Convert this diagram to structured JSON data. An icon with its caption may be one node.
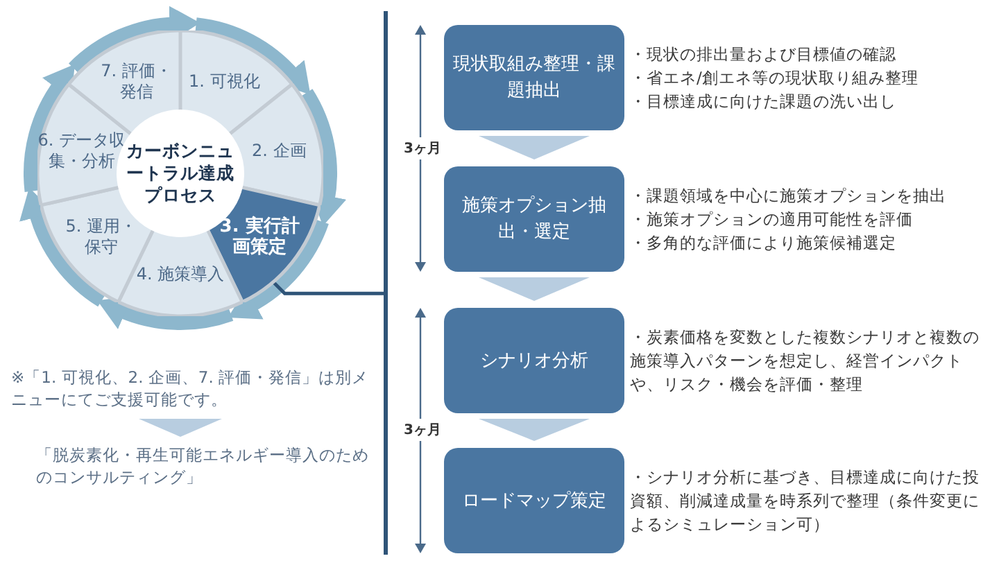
{
  "diagram": {
    "nodes": [
      {
        "text": [
          "カーボンニュートラル達成プロセス"
        ]
      },
      {
        "text": [
          "1. 可視化"
        ]
      },
      {
        "text": [
          "2. 企画"
        ]
      },
      {
        "text": [
          "3. 実行計画策定"
        ]
      },
      {
        "text": [
          "4. 施策導入"
        ]
      },
      {
        "text": [
          "5. 運用・保守"
        ]
      },
      {
        "text": [
          "6. データ収集・分析"
        ]
      },
      {
        "text": [
          "7. 評価・発信"
        ]
      },
      {
        "text": [
          "現状取組み整理・課題抽出"
        ],
        "beside": [
          "・現状の排出量および目標値の確認",
          "・省エネ/創エネ等の現状取り組み整理",
          "・目標達成に向けた課題の洗い出し"
        ]
      },
      {
        "text": [
          "施策オプション抽出・選定"
        ],
        "beside": [
          "・課題領域を中心に施策オプションを抽出",
          "・施策オプションの適用可能性を評価",
          "・多角的な評価により施策候補選定"
        ]
      },
      {
        "text": [
          "シナリオ分析"
        ],
        "beside": [
          "・炭素価格を変数とした複数シナリオと複数の施策導入パターンを想定し、経営インパクトや、リスク・機会を評価・整理"
        ]
      },
      {
        "text": [
          "ロードマップ策定"
        ],
        "beside": [
          "・シナリオ分析に基づき、目標達成に向けた投資額、削減達成量を時系列で整理（条件変更によるシミュレーション可）"
        ]
      }
    ],
    "edges": [
      {
        "from": 1,
        "to": 2,
        "arrow": "to"
      },
      {
        "from": 2,
        "to": 3,
        "arrow": "to"
      },
      {
        "from": 3,
        "to": 4,
        "arrow": "to"
      },
      {
        "from": 4,
        "to": 5,
        "arrow": "to"
      },
      {
        "from": 5,
        "to": 6,
        "arrow": "to"
      },
      {
        "from": 6,
        "to": 7,
        "arrow": "to"
      },
      {
        "from": 7,
        "to": 1,
        "arrow": "to"
      },
      {
        "from": 3,
        "to": null,
        "arrow": "other",
        "color": "#2f5478"
      },
      {
        "from": 8,
        "to": 9,
        "arrow": "to"
      },
      {
        "from": 9,
        "to": 10,
        "arrow": "to"
      },
      {
        "from": 10,
        "to": 11,
        "arrow": "to"
      }
    ],
    "labels": [
      "※「1. 可視化、2. 企画、7. 評価・発信」は別メニューにてご支援可能です。",
      "「脱炭素化・再生可能エネルギー導入のためのコンサルティング」",
      "3ヶ月",
      "3ヶ月"
    ]
  }
}
